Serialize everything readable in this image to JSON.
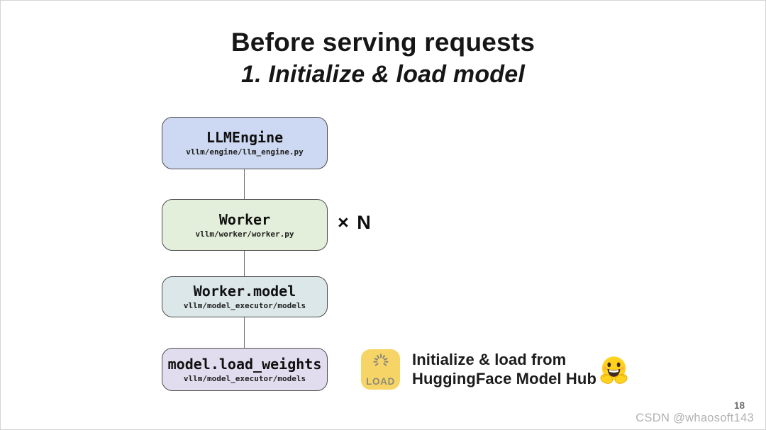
{
  "slide": {
    "title": "Before serving requests",
    "subtitle": "1. Initialize & load model"
  },
  "diagram": {
    "nodes": [
      {
        "label": "LLMEngine",
        "path": "vllm/engine/llm_engine.py",
        "fill": "#cdd9f2"
      },
      {
        "label": "Worker",
        "path": "vllm/worker/worker.py",
        "fill": "#e3efda"
      },
      {
        "label": "Worker.model",
        "path": "vllm/model_executor/models",
        "fill": "#dbe7e8"
      },
      {
        "label": "model.load_weights",
        "path": "vllm/model_executor/models",
        "fill": "#e2ddee"
      }
    ],
    "worker_multiplier": "× N",
    "node_border_color": "#4d4d4d",
    "connector_color": "#707070"
  },
  "callout": {
    "load_icon": {
      "label": "LOAD",
      "background": "#f7d466",
      "glyph": "spinner-icon",
      "glyph_color": "#8b8b78"
    },
    "line1": "Initialize & load from",
    "line2": "HuggingFace Model Hub",
    "emoji": "hugging-face-emoji",
    "emoji_color": "#ffd21e"
  },
  "footer": {
    "page_number": "18",
    "watermark": "CSDN @whaosoft143"
  }
}
